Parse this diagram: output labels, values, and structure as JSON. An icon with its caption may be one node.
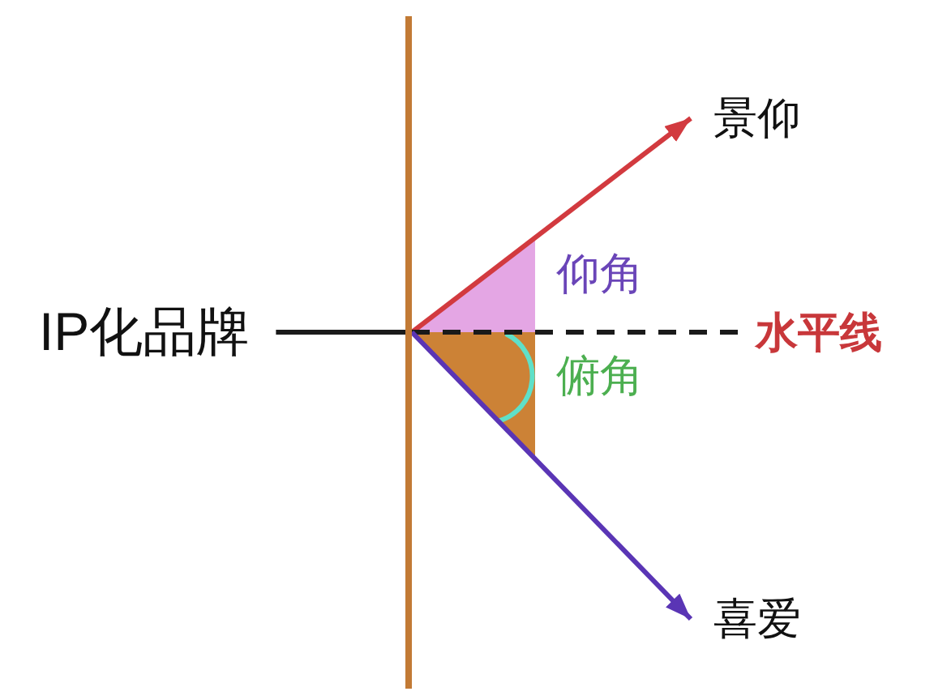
{
  "diagram": {
    "nodes": [
      {
        "text": [
          "IP化品牌"
        ]
      },
      {
        "text": [],
        "shape": "bar"
      },
      {
        "text": [
          "景仰"
        ]
      },
      {
        "text": [
          "水平线"
        ]
      },
      {
        "text": [
          "喜爱"
        ]
      }
    ],
    "edges": [
      {
        "from": 0,
        "to": 1,
        "arrow": "none"
      },
      {
        "from": 1,
        "to": 2,
        "arrow": "to",
        "color": "#d23a3f"
      },
      {
        "from": 1,
        "to": 3,
        "arrow": "none",
        "style": "dashed"
      },
      {
        "from": 1,
        "to": 4,
        "arrow": "to",
        "color": "#5a35b5"
      }
    ],
    "labels": [
      "仰角",
      "俯角"
    ]
  }
}
